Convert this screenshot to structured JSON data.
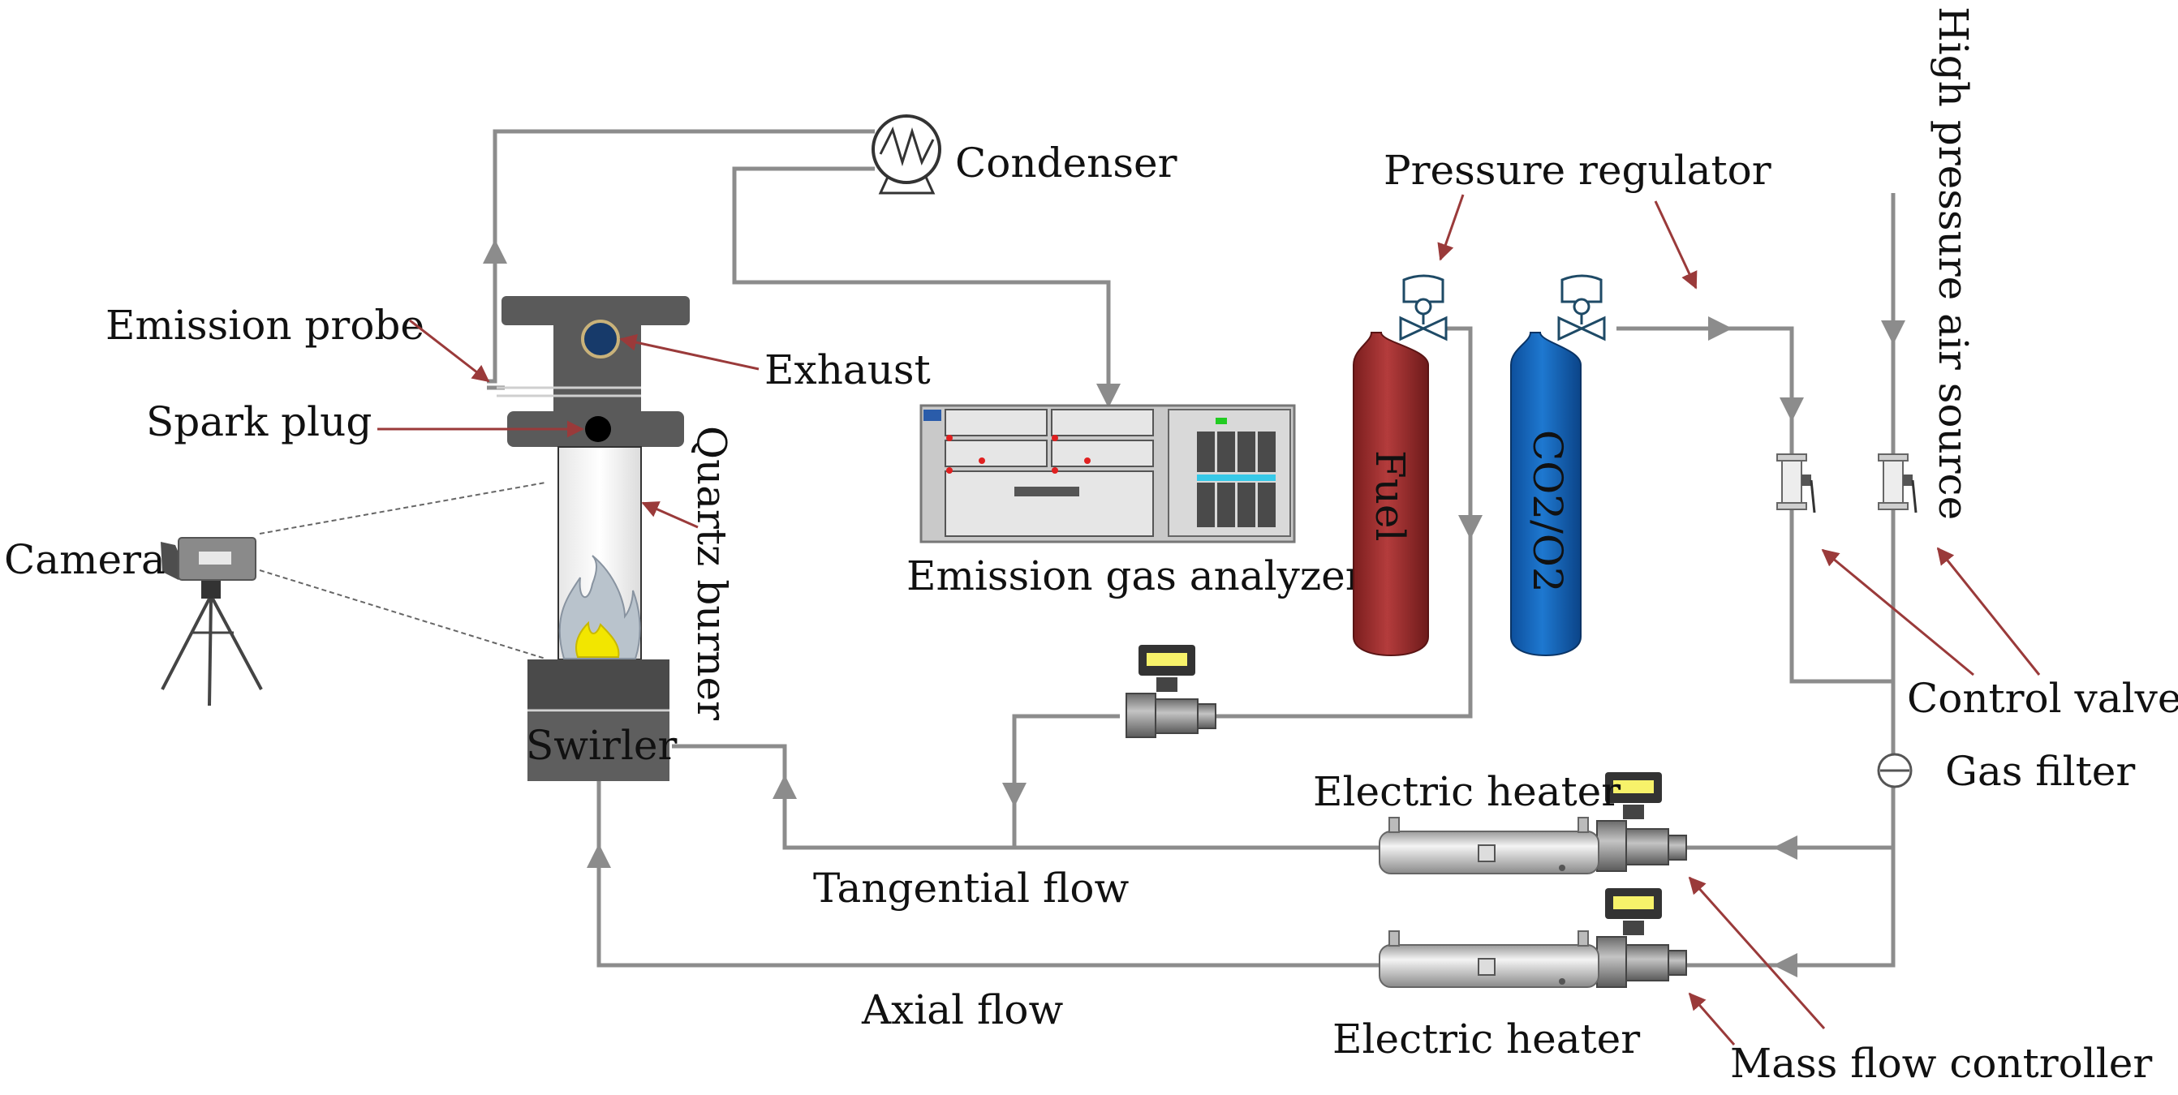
{
  "labels": {
    "condenser": "Condenser",
    "pressure_regulator": "Pressure regulator",
    "high_pressure_air_source": "High pressure air source",
    "emission_probe": "Emission probe",
    "exhaust": "Exhaust",
    "spark_plug": "Spark plug",
    "quartz_burner": "Quartz burner",
    "camera": "Camera",
    "swirler": "Swirler",
    "emission_gas_analyzer": "Emission gas analyzer",
    "fuel": "Fuel",
    "co2_o2": "CO2/O2",
    "control_valve": "Control valve",
    "gas_filter": "Gas filter",
    "electric_heater_top": "Electric heater",
    "electric_heater_bottom": "Electric heater",
    "tangential_flow": "Tangential flow",
    "axial_flow": "Axial flow",
    "mass_flow_controller": "Mass flow controller"
  },
  "colors": {
    "pipe": "#8c8c8c",
    "pointer_arrow": "#9a3a3a",
    "burner_metal": "#5a5a5a",
    "fuel_cylinder": "#a83232",
    "co2_cylinder": "#1565c0",
    "valve_outline": "#1e4a66",
    "analyzer_body": "#c8c8c8",
    "flame_core": "#f2e600"
  }
}
